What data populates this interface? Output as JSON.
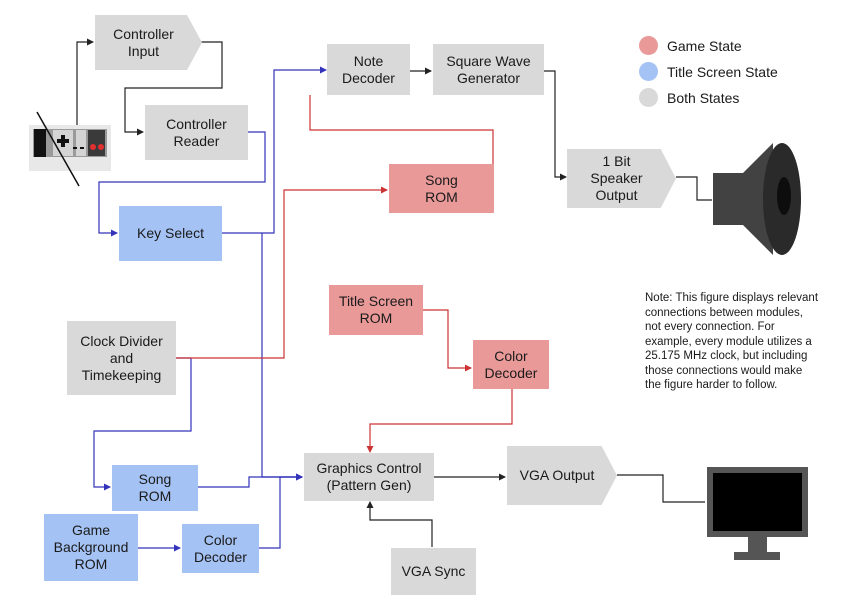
{
  "blocks": {
    "controller_input": "Controller\nInput",
    "controller_reader": "Controller\nReader",
    "key_select": "Key Select",
    "note_decoder": "Note\nDecoder",
    "square_wave": "Square Wave\nGenerator",
    "song_rom_game": "Song\nROM",
    "speaker_output": "1 Bit\nSpeaker\nOutput",
    "clock_divider": "Clock Divider\nand\nTimekeeping",
    "title_screen_rom": "Title Screen\nROM",
    "color_decoder_game": "Color\nDecoder",
    "graphics_control": "Graphics Control\n(Pattern Gen)",
    "vga_output": "VGA Output",
    "song_rom_title": "Song\nROM",
    "game_background_rom": "Game\nBackground\nROM",
    "color_decoder_title": "Color\nDecoder",
    "vga_sync": "VGA Sync"
  },
  "legend": {
    "game_state": "Game State",
    "title_screen_state": "Title Screen State",
    "both_states": "Both States"
  },
  "note": "Note: This figure displays relevant connections between modules, not every connection. For example, every module utilizes a 25.175 MHz clock, but including those connections would make the figure harder to follow.",
  "colors": {
    "game_state": "#ea9999",
    "title_screen_state": "#a4c2f4",
    "both_states": "#d9d9d9",
    "wire_game": "#cc3333",
    "wire_title": "#3333bb",
    "wire_both": "#222222"
  },
  "icons": [
    "nes-controller-icon",
    "speaker-icon",
    "monitor-icon"
  ]
}
